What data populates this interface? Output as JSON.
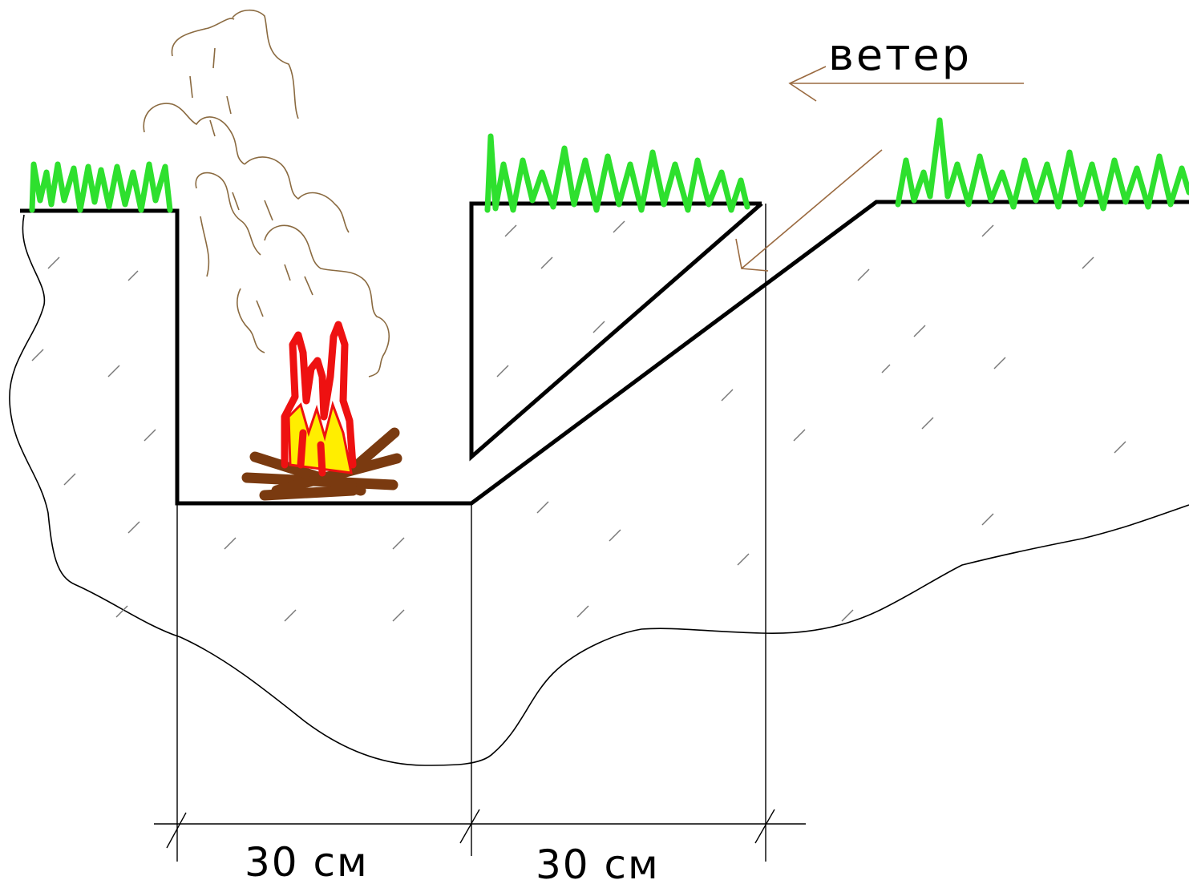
{
  "labels": {
    "wind": "ветер",
    "dimension_left": "30 см",
    "dimension_right": "30 см"
  },
  "colors": {
    "background": "#ffffff",
    "outline": "#000000",
    "grass": "#2ee02e",
    "flame_outer": "#ee1111",
    "flame_inner": "#ffee00",
    "wood": "#7a3a10",
    "smoke": "#8a6a40",
    "wind_arrow": "#9a6a40"
  },
  "icons": {
    "fire": "campfire-icon",
    "wind": "wind-arrow-icon"
  }
}
